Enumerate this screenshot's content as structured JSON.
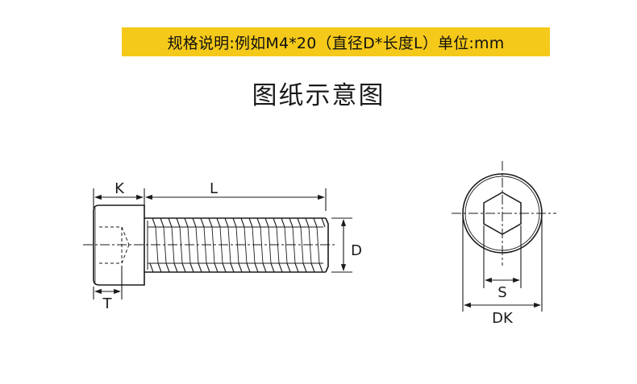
{
  "banner": {
    "text": "规格说明:例如M4*20（直径D*长度L）单位:mm"
  },
  "title": "图纸示意图",
  "side_view": {
    "label_head_height": "K",
    "label_length": "L",
    "label_diameter": "D",
    "label_socket_depth": "T"
  },
  "end_view": {
    "label_socket_width": "S",
    "label_head_diameter": "DK"
  },
  "colors": {
    "banner": "#f5c91a",
    "line": "#1a1a1a"
  }
}
